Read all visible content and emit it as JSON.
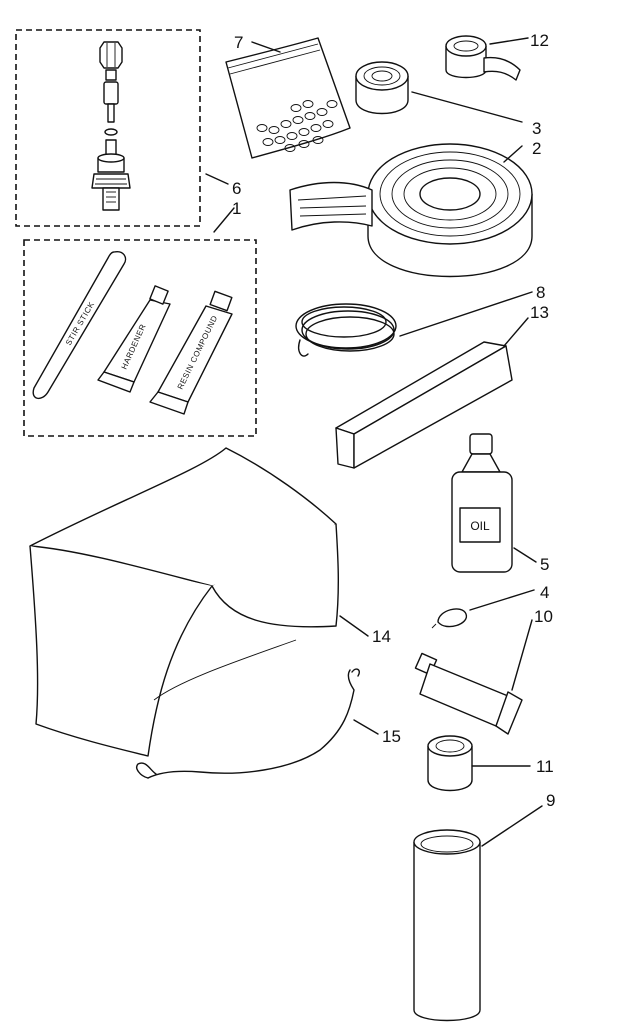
{
  "callouts": {
    "c1": "1",
    "c2": "2",
    "c3": "3",
    "c4": "4",
    "c5": "5",
    "c6": "6",
    "c7": "7",
    "c8": "8",
    "c9": "9",
    "c10": "10",
    "c11": "11",
    "c12": "12",
    "c13": "13",
    "c14": "14",
    "c15": "15"
  },
  "labels": {
    "stir_stick": "STIR STICK",
    "hardener": "HARDENER",
    "resin_compound": "RESIN COMPOUND",
    "oil": "OIL"
  },
  "colors": {
    "ink": "#111111",
    "paper": "#ffffff"
  }
}
